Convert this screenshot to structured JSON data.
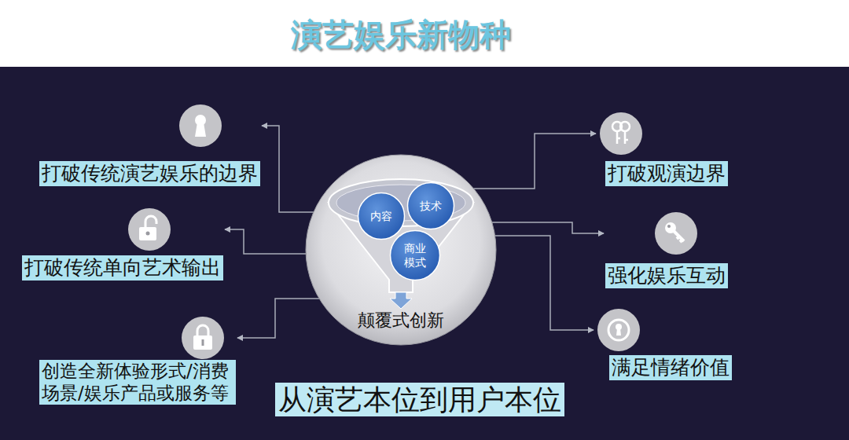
{
  "diagram": {
    "title": "演艺娱乐新物种",
    "nodes": [
      {
        "text": [
          "颠覆式创新"
        ]
      },
      {
        "text": [
          "内容"
        ],
        "in": 0
      },
      {
        "text": [
          "技术"
        ],
        "in": 0
      },
      {
        "text": [
          "商业 模式"
        ],
        "in": 0
      },
      {
        "text": [
          "打破传统演艺娱乐的边界"
        ]
      },
      {
        "text": [
          "打破观演边界"
        ]
      },
      {
        "text": [
          "打破传统单向艺术输出"
        ]
      },
      {
        "text": [
          "强化娱乐互动"
        ]
      },
      {
        "text": [
          "创造全新体验形式/消费 场景/娱乐产品或服务等"
        ]
      },
      {
        "text": [
          "满足情绪价值"
        ]
      }
    ],
    "edges": [
      {
        "from": 0,
        "to": 4,
        "arrow": "to"
      },
      {
        "from": 0,
        "to": 5,
        "arrow": "to"
      },
      {
        "from": 0,
        "to": 6,
        "arrow": "to"
      },
      {
        "from": 0,
        "to": 7,
        "arrow": "to"
      },
      {
        "from": 0,
        "to": 8,
        "arrow": "to"
      },
      {
        "from": 0,
        "to": 9,
        "arrow": "to"
      }
    ],
    "labels": [
      "从演艺本位到用户本位"
    ]
  }
}
